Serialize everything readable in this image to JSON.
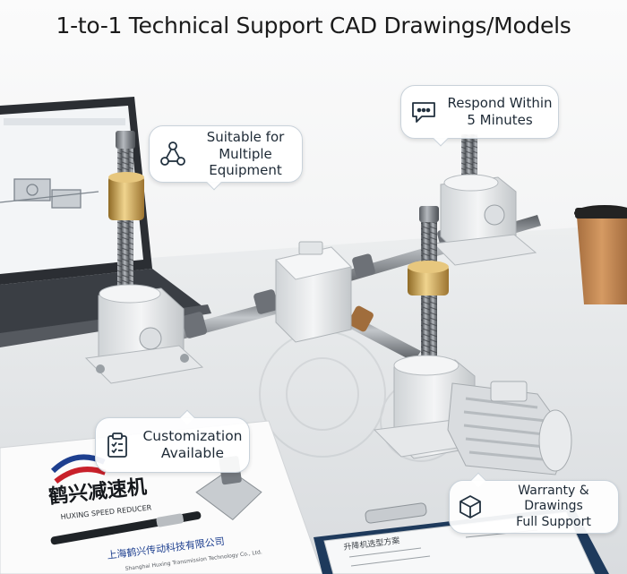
{
  "headline": "1-to-1 Technical Support CAD Drawings/Models",
  "features": {
    "equipment": {
      "icon": "network-nodes-icon",
      "line1": "Suitable for",
      "line2": "Multiple",
      "line3": "Equipment"
    },
    "respond": {
      "icon": "chat-bubble-icon",
      "line1": "Respond Within",
      "line2": "5 Minutes"
    },
    "customization": {
      "icon": "clipboard-checklist-icon",
      "line1": "Customization",
      "line2": "Available"
    },
    "warranty": {
      "icon": "box-cube-icon",
      "line1": "Warranty & Drawings",
      "line2": "Full Support"
    }
  },
  "brochure": {
    "brand_cn": "鹤兴减速机",
    "brand_en": "HUXING SPEED REDUCER",
    "company_cn": "上海鹤兴传动科技有限公司",
    "company_en": "Shanghai Huxing Transmission Technology Co., Ltd."
  },
  "clipboard_doc": {
    "heading": "升降机选型方案"
  },
  "colors": {
    "gear_body": "#eceeef",
    "brass_nut": "#c8a251",
    "screw_steel": "#8a8e93",
    "bubble_border": "#c9d2da",
    "laptop_dark": "#2b2e33",
    "cup_kraft": "#c68a56",
    "brand_red": "#c8202a",
    "brand_blue": "#1d3f8f"
  }
}
